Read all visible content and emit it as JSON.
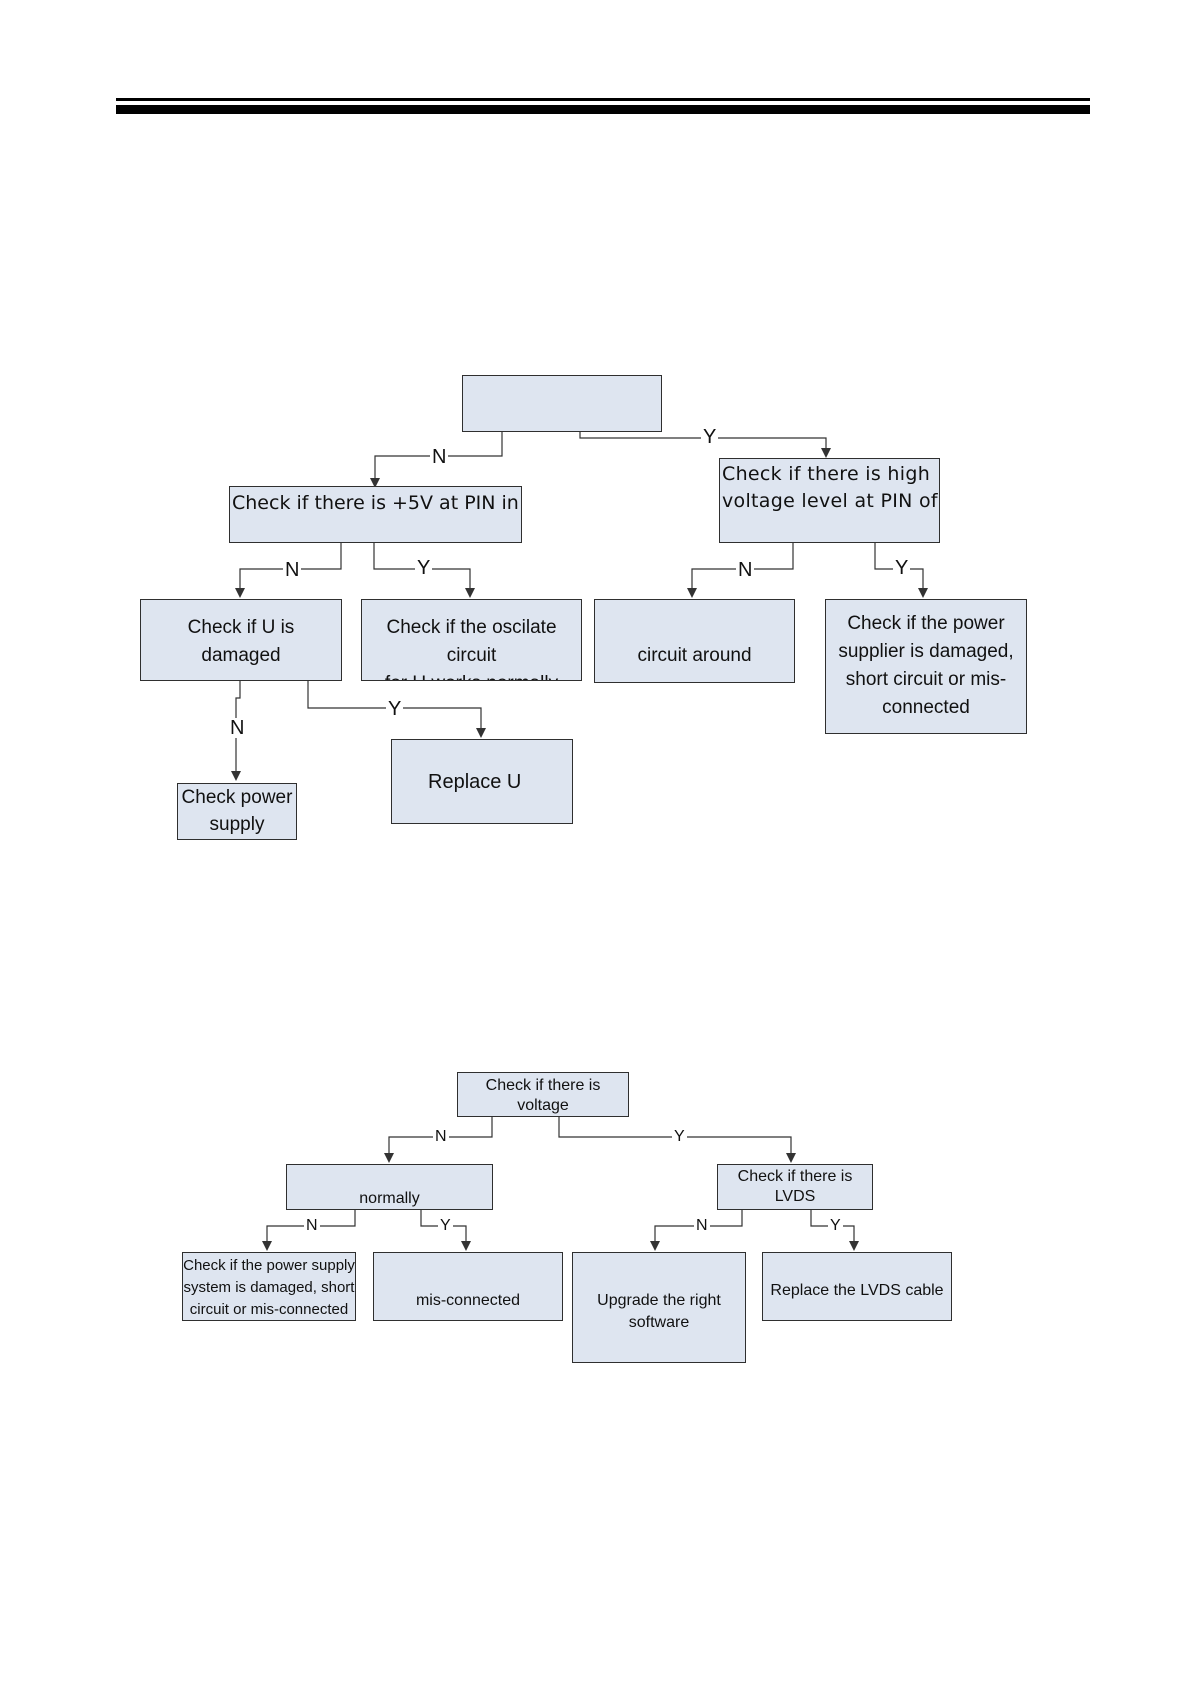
{
  "flowchart1": {
    "root": "",
    "left": "Check if there is +5V at PIN    in",
    "right": "Check if there is high\nvoltage level at PIN    of",
    "ll": "Check if U    is\ndamaged",
    "lr": "Check if the oscilate circuit\nfor U       works normally",
    "rl": "circuit around",
    "rr": "Check if the power\nsupplier is damaged,\nshort circuit or mis-\nconnected",
    "lll": "Check power\nsupply",
    "llr": "Replace U",
    "labels": {
      "n": "N",
      "y": "Y"
    }
  },
  "flowchart2": {
    "root": "Check if there is voltage",
    "left": "normally",
    "right": "Check if there is LVDS",
    "ll": "Check if the power supply\nsystem is damaged, short\ncircuit or mis-connected",
    "lr": "mis-connected",
    "rl": "Upgrade the right\nsoftware",
    "rr": "Replace the  LVDS cable",
    "labels": {
      "n": "N",
      "y": "Y"
    }
  }
}
